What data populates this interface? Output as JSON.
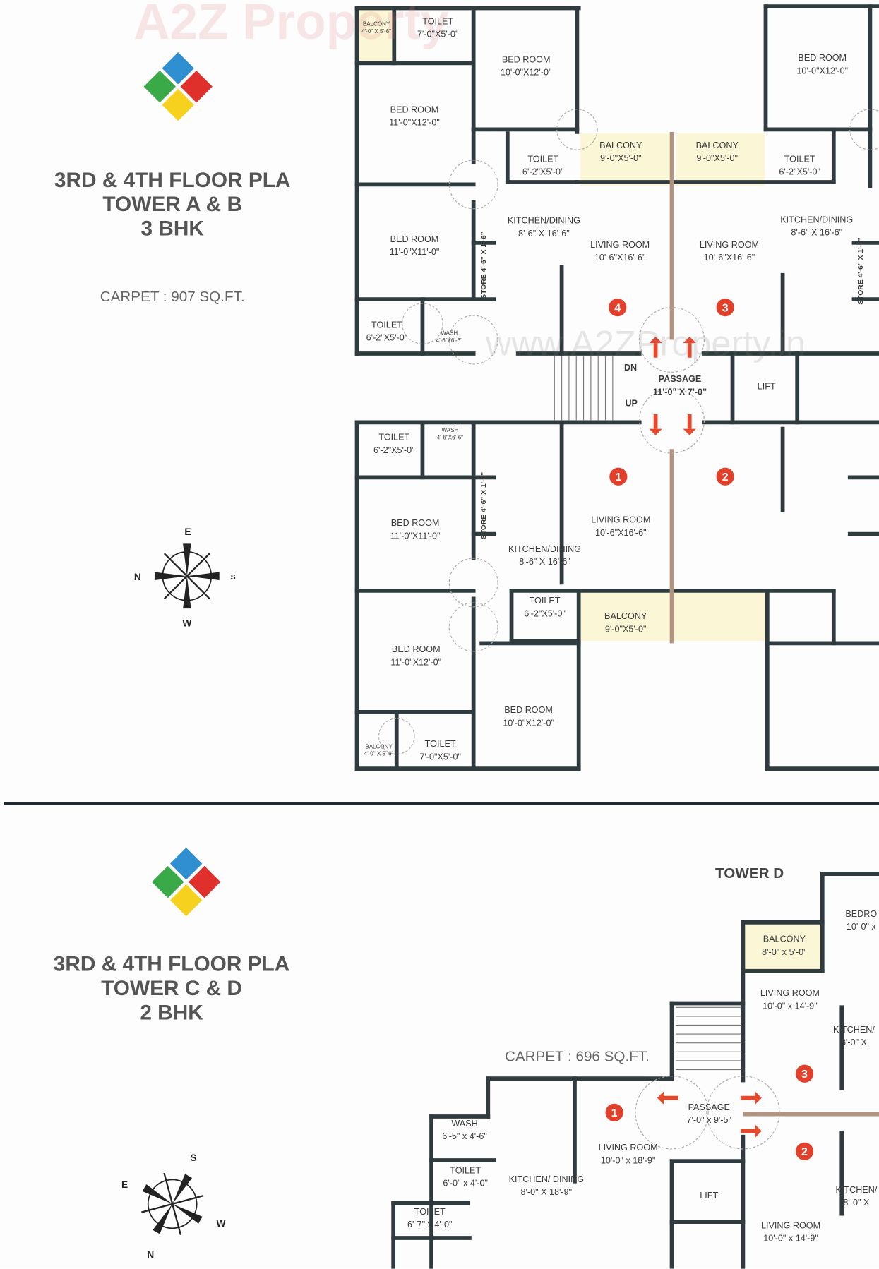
{
  "watermark": {
    "top": "A2Z Property",
    "center": "www.A2ZProperty.in"
  },
  "colors": {
    "wall": "#2f3b3f",
    "divider": "#b29480",
    "unit_number": "#e2402a",
    "balcony_tint": "#fbf6d6"
  },
  "plan_ab": {
    "title": [
      "3RD & 4TH FLOOR PLA",
      "TOWER A & B",
      "3 BHK"
    ],
    "carpet": "CARPET : 907 SQ.FT.",
    "compass": {
      "e": "E",
      "n": "N",
      "s": "S",
      "w": "W"
    },
    "rooms": [
      {
        "name": "BALCONY",
        "size": "4'-0\" X 5'-6\""
      },
      {
        "name": "TOILET",
        "size": "7'-0\"X5'-0\""
      },
      {
        "name": "BED ROOM",
        "size": "10'-0\"X12'-0\""
      },
      {
        "name": "BED ROOM",
        "size": "11'-0\"X12'-0\""
      },
      {
        "name": "TOILET",
        "size": "6'-2\"X5'-0\""
      },
      {
        "name": "BALCONY",
        "size": "9'-0\"X5'-0\""
      },
      {
        "name": "BALCONY",
        "size": "9'-0\"X5'-0\""
      },
      {
        "name": "TOILET",
        "size": "6'-2\"X5'-0\""
      },
      {
        "name": "BED ROOM",
        "size": "10'-0\"X12'-0\""
      },
      {
        "name": "KITCHEN/DINING",
        "size": "8'-6\" X 16'-6\""
      },
      {
        "name": "LIVING ROOM",
        "size": "10'-6\"X16'-6\""
      },
      {
        "name": "LIVING ROOM",
        "size": "10'-6\"X16'-6\""
      },
      {
        "name": "KITCHEN/DINING",
        "size": "8'-6\" X 16'-6\""
      },
      {
        "name": "BED ROOM",
        "size": "11'-0\"X11'-0\""
      },
      {
        "name": "TOILET",
        "size": "6'-2\"X5'-0\""
      },
      {
        "name": "WASH",
        "size": "4'-6\"X6'-6\""
      },
      {
        "name": "PASSAGE",
        "size": "11'-0\" X 7'-0\""
      },
      {
        "name": "LIFT",
        "size": ""
      },
      {
        "name": "TOILET",
        "size": "6'-2\"X5'-0\""
      },
      {
        "name": "WASH",
        "size": "4'-6\"X6'-6\""
      },
      {
        "name": "BED ROOM",
        "size": "11'-0\"X11'-0\""
      },
      {
        "name": "LIVING ROOM",
        "size": "10'-6\"X16'-6\""
      },
      {
        "name": "KITCHEN/DINING",
        "size": "8'-6\" X 16'-6\""
      },
      {
        "name": "TOILET",
        "size": "6'-2\"X5'-0\""
      },
      {
        "name": "BALCONY",
        "size": "9'-0\"X5'-0\""
      },
      {
        "name": "BED ROOM",
        "size": "11'-0\"X12'-0\""
      },
      {
        "name": "BED ROOM",
        "size": "10'-0\"X12'-0\""
      },
      {
        "name": "BALCONY",
        "size": "4'-0\" X 5'-6\""
      },
      {
        "name": "TOILET",
        "size": "7'-0\"X5'-0\""
      }
    ],
    "stores": [
      "STORE 4'-6\" X 1'-6\"",
      "STORE 4'-6\" X 1'-6\"",
      "STORE 4'-6\" X 1'-6\""
    ],
    "stair": {
      "dn": "DN",
      "up": "UP"
    },
    "units": [
      "4",
      "3",
      "1",
      "2"
    ]
  },
  "plan_cd": {
    "title": [
      "3RD & 4TH FLOOR PLA",
      "TOWER C & D",
      "2 BHK"
    ],
    "carpet": "CARPET : 696 SQ.FT.",
    "tower_label": "TOWER D",
    "compass": {
      "s": "S",
      "e": "E",
      "w": "W",
      "n": "N"
    },
    "rooms": [
      {
        "name": "BEDRO",
        "size": "10'-0\" x"
      },
      {
        "name": "BALCONY",
        "size": "8'-0\" x 5'-0\""
      },
      {
        "name": "LIVING ROOM",
        "size": "10'-0\" x 14'-9\""
      },
      {
        "name": "KITCHEN/",
        "size": "8'-0\" X"
      },
      {
        "name": "PASSAGE",
        "size": "7'-0\" x 9'-5\""
      },
      {
        "name": "WASH",
        "size": "6'-5\" x 4'-6\""
      },
      {
        "name": "LIVING ROOM",
        "size": "10'-0\" x 18'-9\""
      },
      {
        "name": "TOILET",
        "size": "6'-0\" x 4'-0\""
      },
      {
        "name": "KITCHEN/ DINING",
        "size": "8'-0\" X 18'-9\""
      },
      {
        "name": "LIFT",
        "size": ""
      },
      {
        "name": "KITCHEN/",
        "size": "8'-0\" X"
      },
      {
        "name": "TOILET",
        "size": "6'-7\" x 4'-0\""
      },
      {
        "name": "LIVING ROOM",
        "size": "10'-0\" x 14'-9\""
      }
    ],
    "units": [
      "1",
      "3",
      "2"
    ]
  }
}
